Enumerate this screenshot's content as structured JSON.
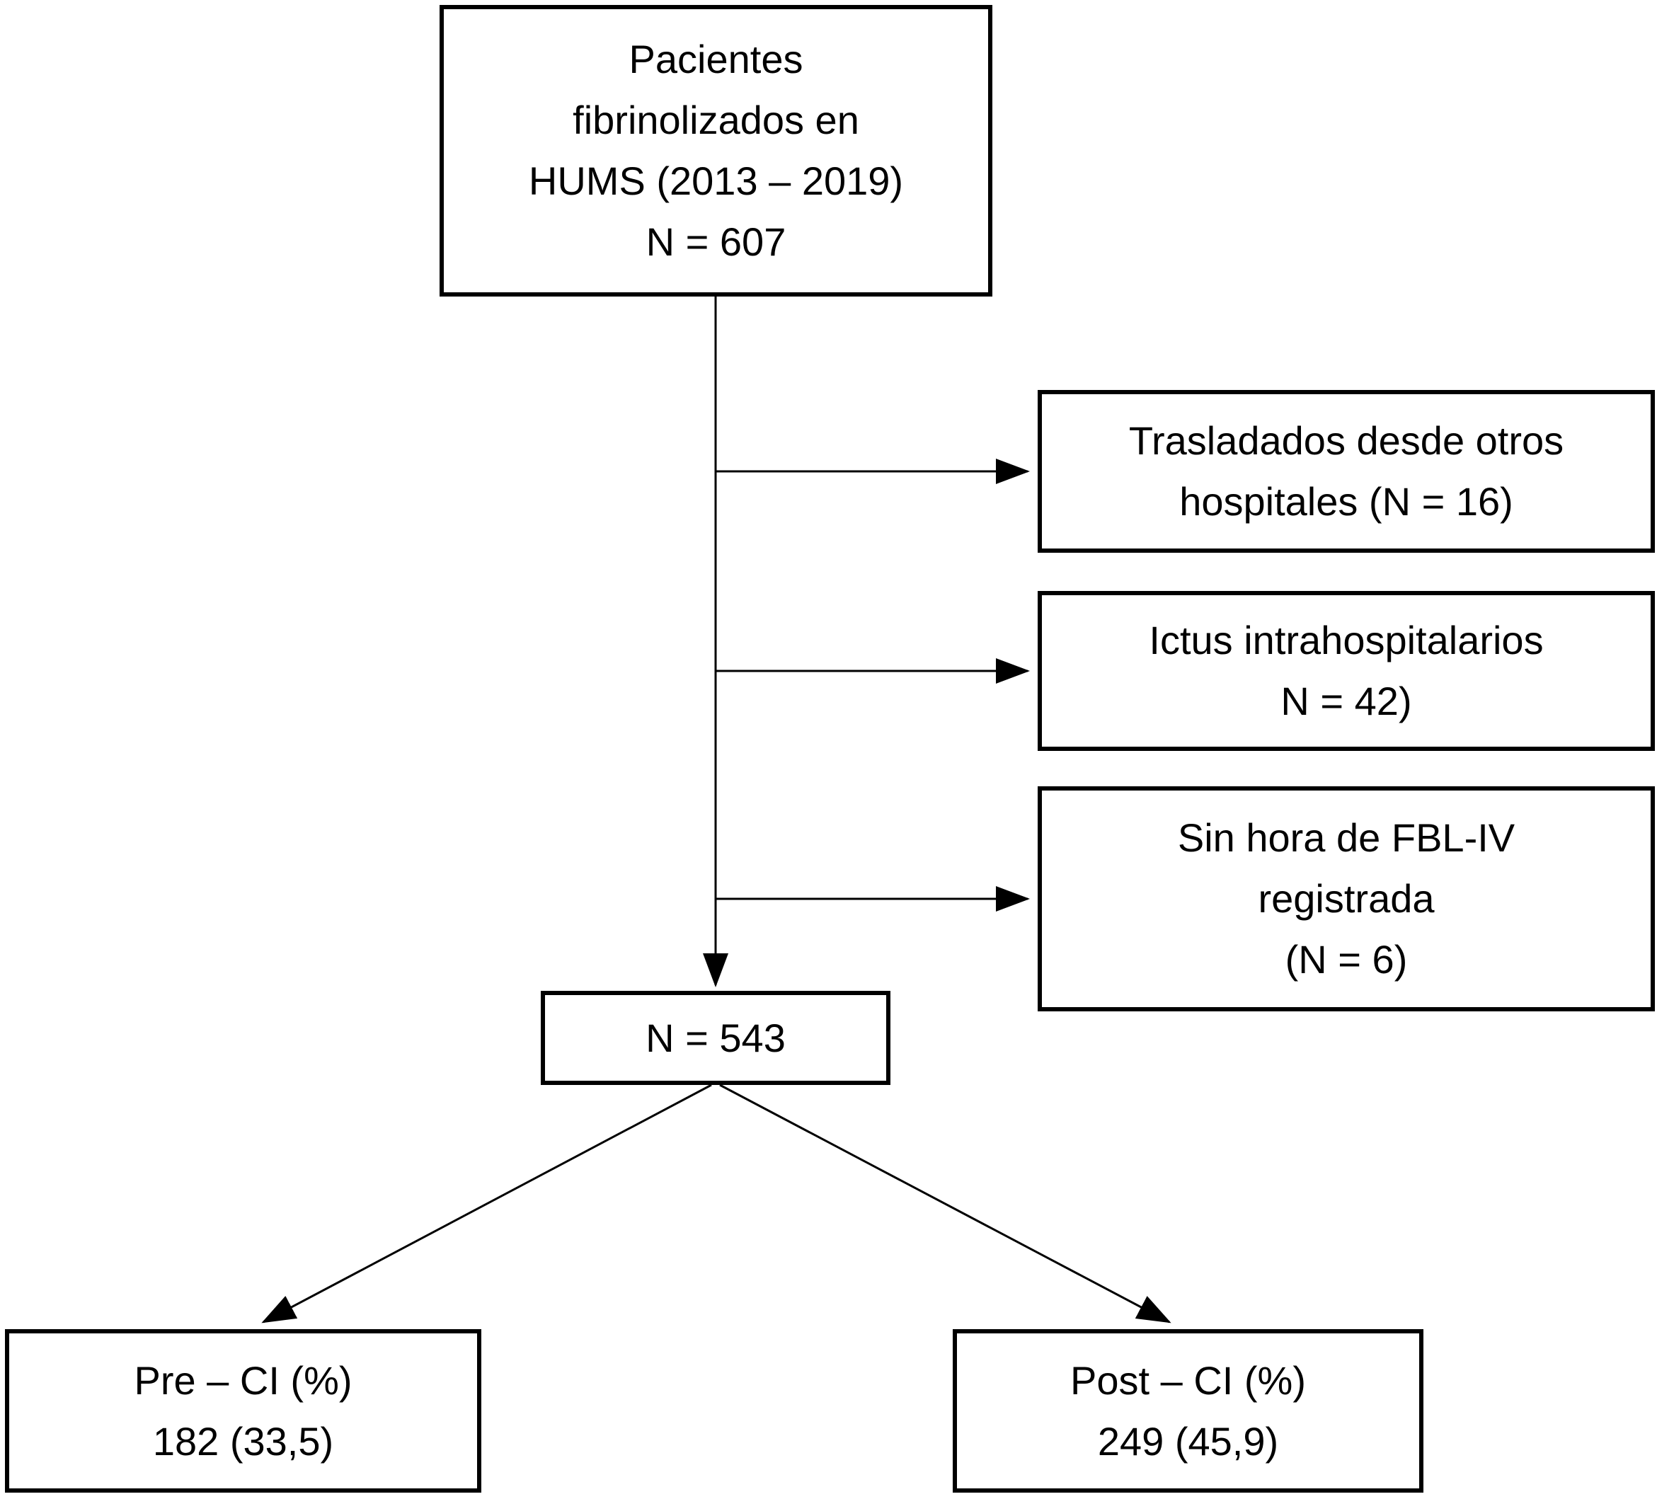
{
  "diagram": {
    "type": "flowchart",
    "background_color": "#ffffff",
    "line_color": "#000000",
    "text_color": "#000000",
    "nodes": {
      "root": {
        "lines": [
          "Pacientes",
          "fibrinolizados en",
          "HUMS (2013 – 2019)",
          "N = 607"
        ]
      },
      "transfers": {
        "lines": [
          "Trasladados desde otros",
          "hospitales (N = 16)"
        ]
      },
      "inhospital": {
        "lines": [
          "Ictus intrahospitalarios",
          "N = 42)"
        ]
      },
      "no_time": {
        "lines": [
          "Sin hora de FBL-IV",
          "registrada",
          "(N = 6)"
        ]
      },
      "included": {
        "lines": [
          "N = 543"
        ]
      },
      "pre_ci": {
        "lines": [
          "Pre – CI (%)",
          "182 (33,5)"
        ]
      },
      "post_ci": {
        "lines": [
          "Post – CI (%)",
          "249 (45,9)"
        ]
      }
    }
  }
}
